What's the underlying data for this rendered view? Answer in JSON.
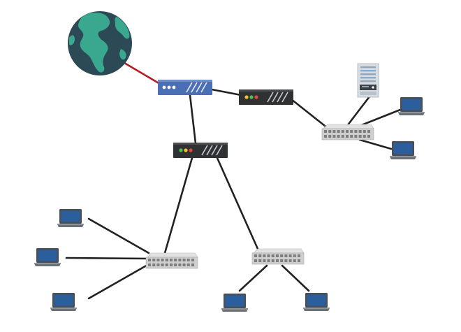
{
  "diagram": {
    "palette": {
      "background": "#ffffff",
      "globe_ocean": "#2b4a55",
      "globe_land": "#3aa88f",
      "internet_link": "#b01c22",
      "cable": "#222222",
      "router": "#4a6fb5",
      "firewall": "#2f3133",
      "switch_body": "#cfcfcf",
      "laptop_screen": "#2a5e9c",
      "laptop_body": "#4a4f55",
      "server_body": "#d8dde3"
    },
    "nodes": [
      {
        "id": "internet",
        "icon": "globe-icon"
      },
      {
        "id": "router",
        "icon": "router-icon",
        "leds": [
          "#ffffff",
          "#ffffff",
          "#ffffff"
        ]
      },
      {
        "id": "firewall-east",
        "icon": "firewall-icon",
        "leds": [
          "#f2c230",
          "#4fc04f",
          "#e14b3b"
        ]
      },
      {
        "id": "firewall-core",
        "icon": "firewall-icon",
        "leds": [
          "#4fc04f",
          "#f2c230",
          "#e14b3b"
        ]
      },
      {
        "id": "switch-east",
        "icon": "switch-icon"
      },
      {
        "id": "switch-southwest",
        "icon": "switch-icon"
      },
      {
        "id": "switch-south",
        "icon": "switch-icon"
      },
      {
        "id": "server-east",
        "icon": "server-icon"
      },
      {
        "id": "laptop-east-1",
        "icon": "laptop-icon"
      },
      {
        "id": "laptop-east-2",
        "icon": "laptop-icon"
      },
      {
        "id": "laptop-west-1",
        "icon": "laptop-icon"
      },
      {
        "id": "laptop-west-2",
        "icon": "laptop-icon"
      },
      {
        "id": "laptop-west-3",
        "icon": "laptop-icon"
      },
      {
        "id": "laptop-south-1",
        "icon": "laptop-icon"
      },
      {
        "id": "laptop-south-2",
        "icon": "laptop-icon"
      }
    ],
    "links": [
      {
        "from": "internet",
        "to": "router",
        "kind": "internet"
      },
      {
        "from": "router",
        "to": "firewall-east",
        "kind": "cable"
      },
      {
        "from": "router",
        "to": "firewall-core",
        "kind": "cable"
      },
      {
        "from": "firewall-east",
        "to": "switch-east",
        "kind": "cable"
      },
      {
        "from": "switch-east",
        "to": "server-east",
        "kind": "cable"
      },
      {
        "from": "switch-east",
        "to": "laptop-east-1",
        "kind": "cable"
      },
      {
        "from": "switch-east",
        "to": "laptop-east-2",
        "kind": "cable"
      },
      {
        "from": "firewall-core",
        "to": "switch-southwest",
        "kind": "cable"
      },
      {
        "from": "firewall-core",
        "to": "switch-south",
        "kind": "cable"
      },
      {
        "from": "switch-southwest",
        "to": "laptop-west-1",
        "kind": "cable"
      },
      {
        "from": "switch-southwest",
        "to": "laptop-west-2",
        "kind": "cable"
      },
      {
        "from": "switch-southwest",
        "to": "laptop-west-3",
        "kind": "cable"
      },
      {
        "from": "switch-south",
        "to": "laptop-south-1",
        "kind": "cable"
      },
      {
        "from": "switch-south",
        "to": "laptop-south-2",
        "kind": "cable"
      }
    ]
  }
}
